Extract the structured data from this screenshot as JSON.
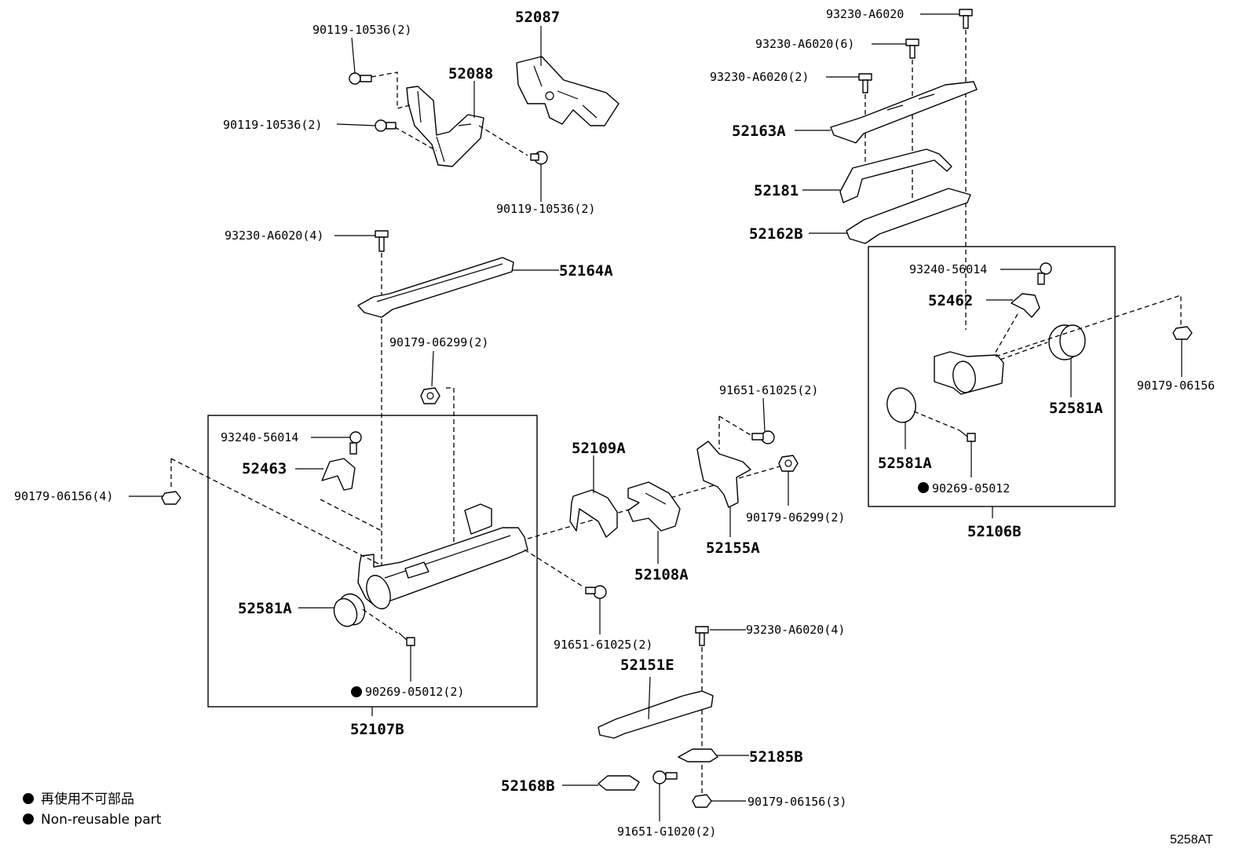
{
  "labels": {
    "l_52087": "52087",
    "l_52088": "52088",
    "l_90119_a": "90119-10536(2)",
    "l_90119_b": "90119-10536(2)",
    "l_90119_c": "90119-10536(2)",
    "l_93230_4a": "93230-A6020(4)",
    "l_52164A": "52164A",
    "l_90179_06299_a": "90179-06299(2)",
    "l_93240_a": "93240-56014",
    "l_52463": "52463",
    "l_90179_06156_4": "90179-06156(4)",
    "l_52581A_a": "52581A",
    "l_90269_a": "90269-05012(2)",
    "l_52107B": "52107B",
    "l_52109A": "52109A",
    "l_52108A": "52108A",
    "l_91651_a": "91651-61025(2)",
    "l_91651_b": "91651-61025(2)",
    "l_52155A": "52155A",
    "l_90179_06299_b": "90179-06299(2)",
    "l_93230_top": "93230-A6020",
    "l_93230_6": "93230-A6020(6)",
    "l_93230_2": "93230-A6020(2)",
    "l_52163A": "52163A",
    "l_52181": "52181",
    "l_52162B": "52162B",
    "l_93240_b": "93240-56014",
    "l_52462": "52462",
    "l_90179_06156": "90179-06156",
    "l_52581A_b": "52581A",
    "l_52581A_c": "52581A",
    "l_90269_b": "90269-05012",
    "l_52106B": "52106B",
    "l_93230_4b": "93230-A6020(4)",
    "l_52151E": "52151E",
    "l_52185B": "52185B",
    "l_52168B": "52168B",
    "l_90179_06156_3": "90179-06156(3)",
    "l_91651_G": "91651-G1020(2)"
  },
  "legend": {
    "jp": "再使用不可部品",
    "en": "Non-reusable part"
  },
  "diagram_code": "5258AT"
}
